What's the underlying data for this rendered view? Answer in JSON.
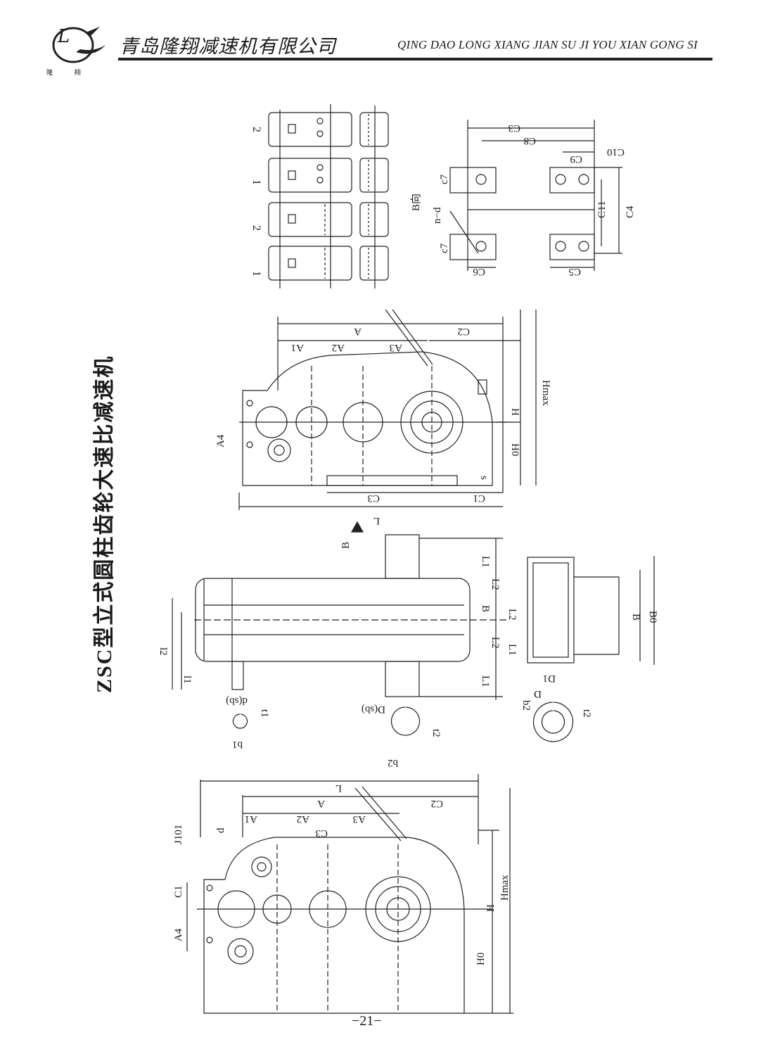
{
  "header": {
    "logo_char": "L",
    "logo_sub": "隆 翔",
    "company_cn": "青岛隆翔减速机有限公司",
    "company_en": "QING DAO LONG XIANG JIAN SU JI YOU XIAN GONG SI"
  },
  "page_title": "ZSC型立式圆柱齿轮大速比减速机",
  "page_number": "−21−",
  "labels": {
    "assembly": [
      "1",
      "2",
      "1",
      "2"
    ],
    "foot": {
      "c3": "C3",
      "c8": "C8",
      "c10": "C10",
      "c9": "C9",
      "c7a": "c7",
      "c7b": "c7",
      "c11": "C11",
      "c4": "C4",
      "nd": "n−d",
      "bdir": "B向",
      "c6": "C6",
      "c5": "C5"
    },
    "upper_front": {
      "a": "A",
      "a1": "A1",
      "a2": "A2",
      "a3": "A3",
      "c2": "C2",
      "a4": "A4",
      "hmax": "Hmax",
      "h": "H",
      "h0": "H0",
      "s": "s",
      "c3": "C3",
      "c1": "C1",
      "l": "L"
    },
    "side": {
      "b_arrow": "B",
      "l1a": "L1",
      "l2a": "L2",
      "b": "B",
      "l2b": "L2",
      "l2c": "L2",
      "l1b": "L1",
      "l1c": "L1",
      "i2": "l2",
      "i1": "l1",
      "b0": "B0",
      "bb": "B",
      "d1": "D1"
    },
    "shafts": {
      "dsb": "d(sb)",
      "t1": "t1",
      "b1": "b1",
      "Dsb": "D(sb)",
      "t2a": "t2",
      "b2a": "b2",
      "D": "D",
      "b2b": "b2",
      "t2b": "t2"
    },
    "lower_front": {
      "l": "L",
      "a": "A",
      "c2": "C2",
      "a1": "A1",
      "a2": "A2",
      "a3": "A3",
      "c3": "C3",
      "j101": "J101",
      "d": "d",
      "c1": "C1",
      "a4": "A4",
      "h": "H",
      "hmax": "Hmax",
      "h0": "H0"
    }
  }
}
